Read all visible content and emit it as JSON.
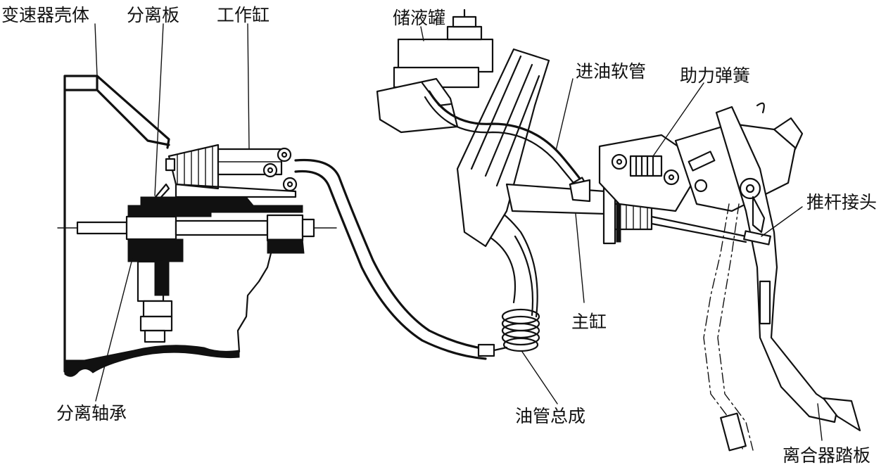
{
  "diagram": {
    "labels": {
      "transmission_housing": "变速器壳体",
      "separator_plate": "分离板",
      "slave_cylinder": "工作缸",
      "reservoir": "储液罐",
      "inlet_hose": "进油软管",
      "assist_spring": "助力弹簧",
      "pushrod_joint": "推杆接头",
      "master_cylinder": "主缸",
      "release_bearing": "分离轴承",
      "pipe_assembly": "油管总成",
      "clutch_pedal": "离合器踏板"
    },
    "colors": {
      "ink": "#111111",
      "background": "#ffffff"
    }
  }
}
